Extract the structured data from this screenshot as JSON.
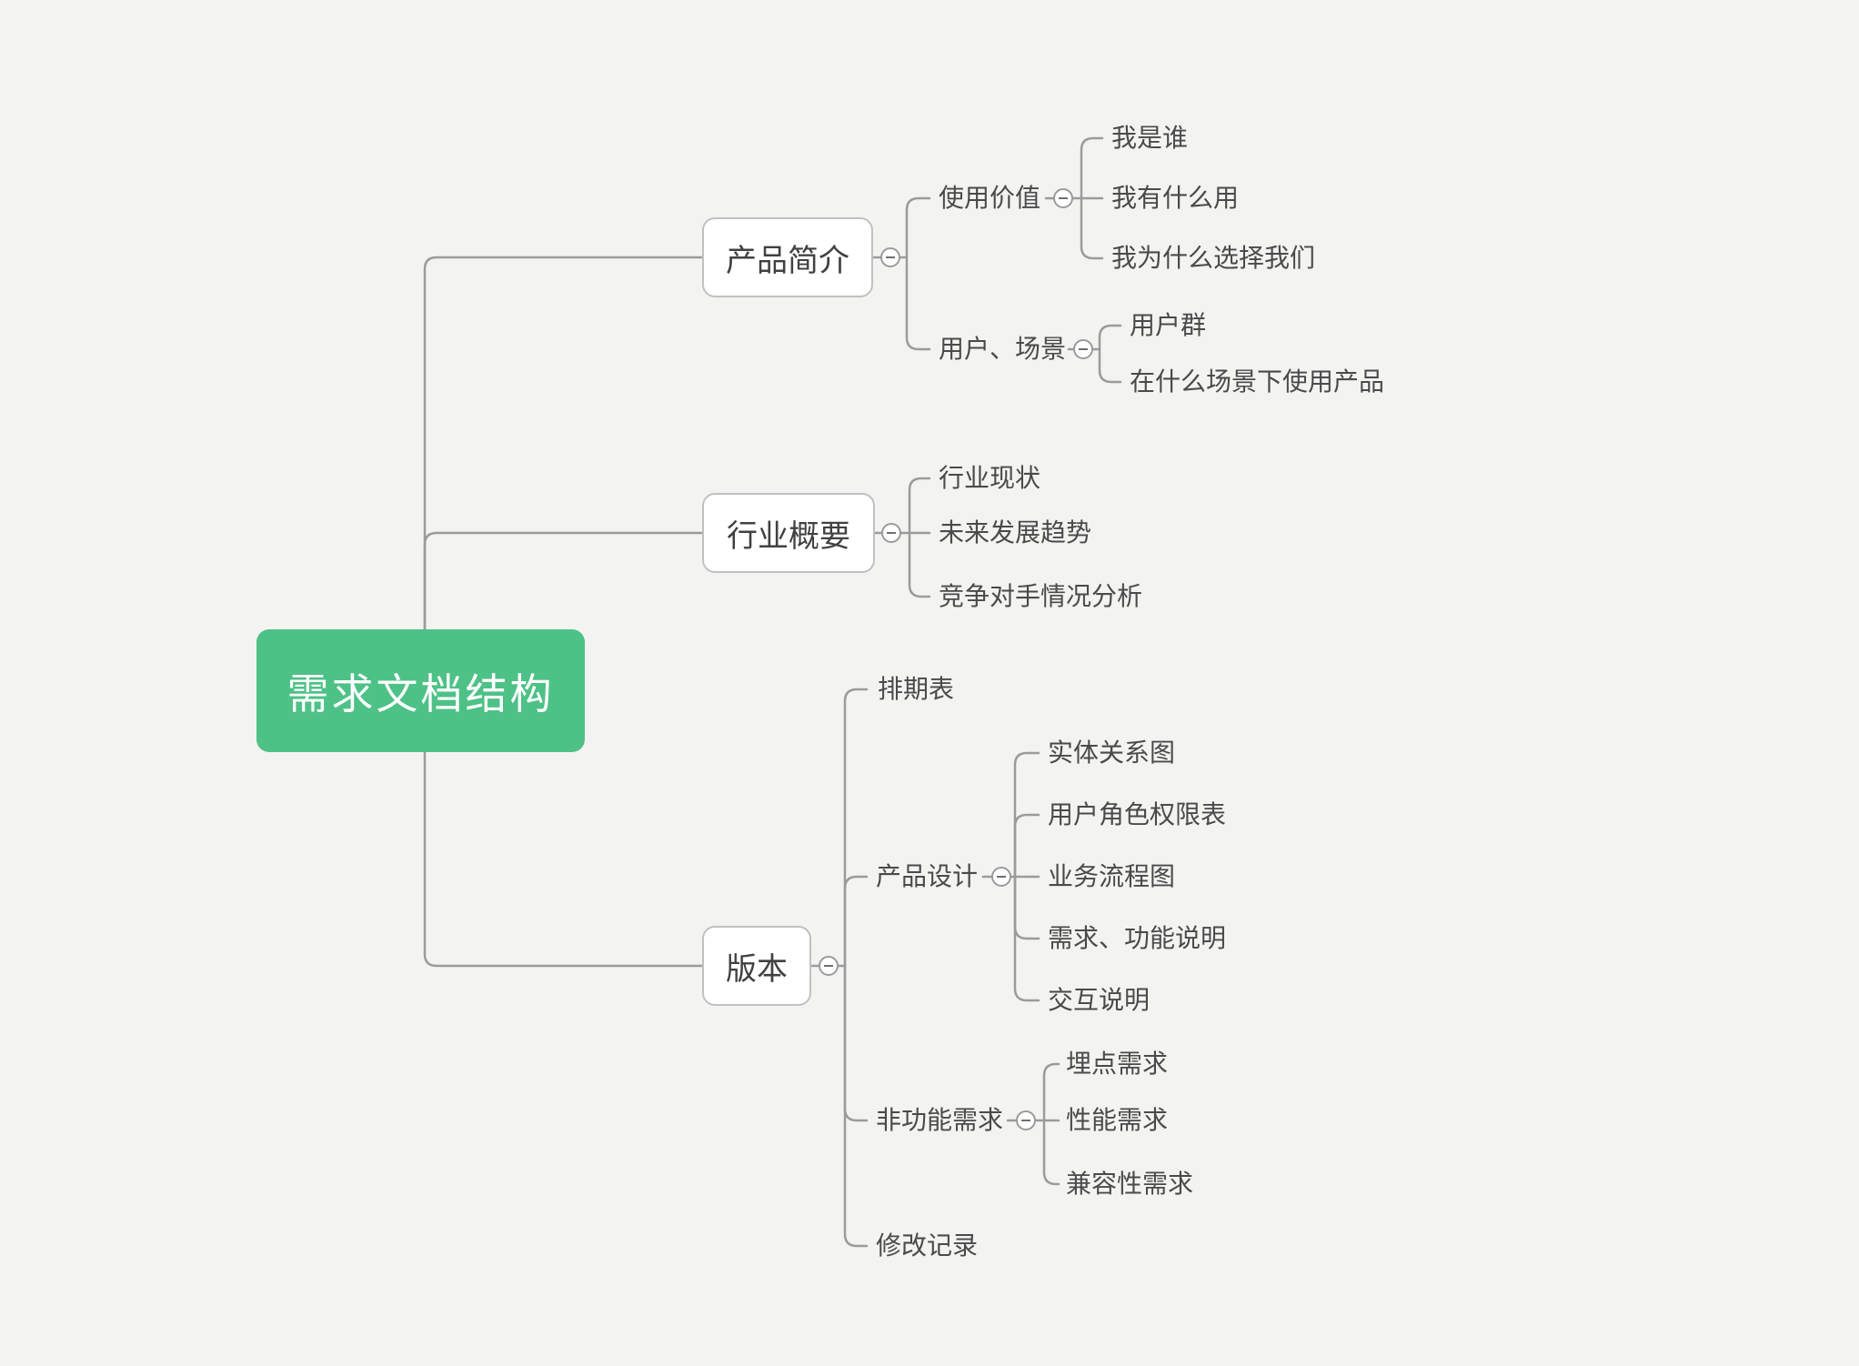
{
  "diagram_type": "mindmap",
  "colors": {
    "background": "#f3f3f1",
    "root_fill": "#4ec187",
    "root_text": "#ffffff",
    "branch_box_fill": "#ffffff",
    "branch_box_border": "#c1c1c1",
    "branch_text": "#414141",
    "label_text": "#4a4a4a",
    "connector_line": "#9b9b9b",
    "toggle_border": "#9b9b9b",
    "toggle_minus": "#6f6f6f"
  },
  "toggle": {
    "symbol": "−",
    "state": "expanded"
  },
  "tree": {
    "label": "需求文档结构",
    "children": [
      {
        "label": "产品简介",
        "children": [
          {
            "label": "使用价值",
            "children": [
              {
                "label": "我是谁"
              },
              {
                "label": "我有什么用"
              },
              {
                "label": "我为什么选择我们"
              }
            ]
          },
          {
            "label": "用户、场景",
            "children": [
              {
                "label": "用户群"
              },
              {
                "label": "在什么场景下使用产品"
              }
            ]
          }
        ]
      },
      {
        "label": "行业概要",
        "children": [
          {
            "label": "行业现状"
          },
          {
            "label": "未来发展趋势"
          },
          {
            "label": "竞争对手情况分析"
          }
        ]
      },
      {
        "label": "版本",
        "children": [
          {
            "label": "排期表"
          },
          {
            "label": "产品设计",
            "children": [
              {
                "label": "实体关系图"
              },
              {
                "label": "用户角色权限表"
              },
              {
                "label": "业务流程图"
              },
              {
                "label": "需求、功能说明"
              },
              {
                "label": "交互说明"
              }
            ]
          },
          {
            "label": "非功能需求",
            "children": [
              {
                "label": "埋点需求"
              },
              {
                "label": "性能需求"
              },
              {
                "label": "兼容性需求"
              }
            ]
          },
          {
            "label": "修改记录"
          }
        ]
      }
    ]
  }
}
